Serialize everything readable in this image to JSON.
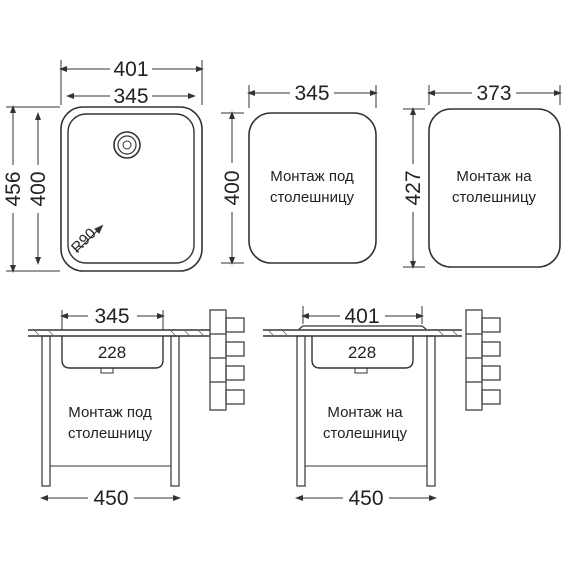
{
  "top_view": {
    "main_sink": {
      "width_outer": "401",
      "width_inner": "345",
      "height_outer": "456",
      "height_inner": "400",
      "radius": "R90"
    },
    "under_counter": {
      "width": "345",
      "height": "400",
      "label_line1": "Монтаж под",
      "label_line2": "столешницу"
    },
    "over_counter": {
      "width": "373",
      "height": "427",
      "label_line1": "Монтаж на",
      "label_line2": "столешницу"
    }
  },
  "side_view": {
    "left": {
      "top_width": "345",
      "depth": "228",
      "cabinet_width": "450",
      "label_line1": "Монтаж под",
      "label_line2": "столешницу"
    },
    "right": {
      "top_width": "401",
      "depth": "228",
      "cabinet_width": "450",
      "label_line1": "Монтаж на",
      "label_line2": "столешницу"
    }
  }
}
